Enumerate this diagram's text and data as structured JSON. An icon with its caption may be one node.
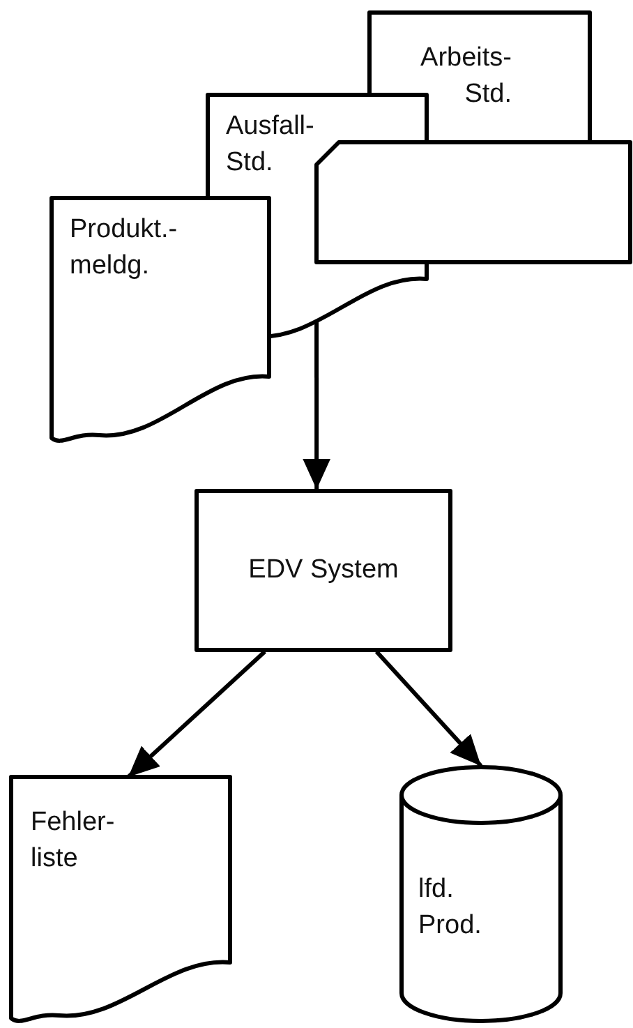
{
  "diagram": {
    "nodes": [
      {
        "text": [
          "Arbeits- Std."
        ]
      },
      {
        "text": [
          "Ausfall- Std."
        ]
      },
      {
        "text": [],
        "shape": "card"
      },
      {
        "text": [
          "Produkt.- meldg."
        ]
      },
      {
        "text": [
          "EDV System"
        ]
      },
      {
        "text": [
          "Fehler- liste"
        ]
      },
      {
        "text": [
          "lfd. Prod."
        ]
      }
    ],
    "edges": [
      {
        "from": 1,
        "to": 4,
        "arrow": "to"
      },
      {
        "from": 4,
        "to": 5,
        "arrow": "to"
      },
      {
        "from": 4,
        "to": 6,
        "arrow": "to"
      }
    ]
  }
}
